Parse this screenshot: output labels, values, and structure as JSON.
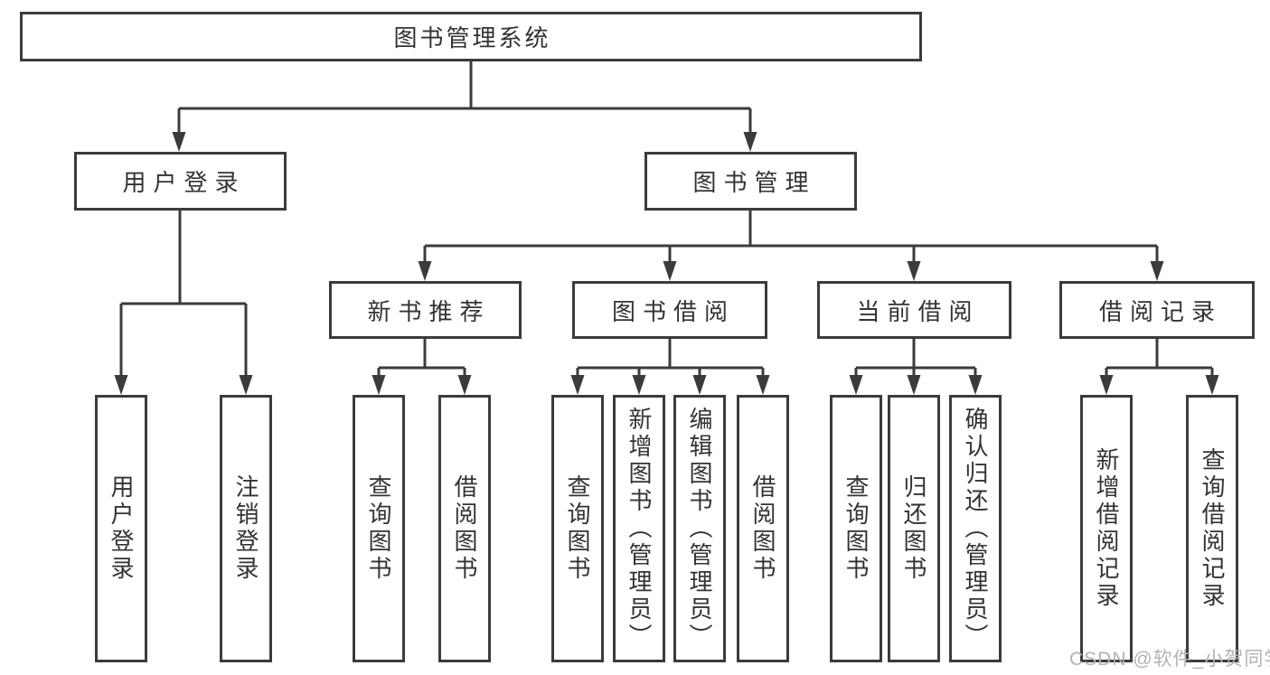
{
  "tree": {
    "root": {
      "label": "图书管理系统"
    },
    "children": [
      {
        "label": "用户登录",
        "children": [
          {
            "label": "用户登录"
          },
          {
            "label": "注销登录"
          }
        ]
      },
      {
        "label": "图书管理",
        "children": [
          {
            "label": "新书推荐",
            "children": [
              {
                "label": "查询图书"
              },
              {
                "label": "借阅图书"
              }
            ]
          },
          {
            "label": "图书借阅",
            "children": [
              {
                "label": "查询图书"
              },
              {
                "label": "新增图书（管理员）"
              },
              {
                "label": "编辑图书（管理员）"
              },
              {
                "label": "借阅图书"
              }
            ]
          },
          {
            "label": "当前借阅",
            "children": [
              {
                "label": "查询图书"
              },
              {
                "label": "归还图书"
              },
              {
                "label": "确认归还（管理员）"
              }
            ]
          },
          {
            "label": "借阅记录",
            "children": [
              {
                "label": "新增借阅记录"
              },
              {
                "label": "查询借阅记录"
              }
            ]
          }
        ]
      }
    ]
  },
  "watermark": {
    "text": "CSDN @软件_小贺同学"
  },
  "colors": {
    "line": "#3b3b3b",
    "box_border": "#3b3b3b",
    "box_fill": "#ffffff",
    "text": "#333333",
    "watermark": "#b3b3b3"
  }
}
